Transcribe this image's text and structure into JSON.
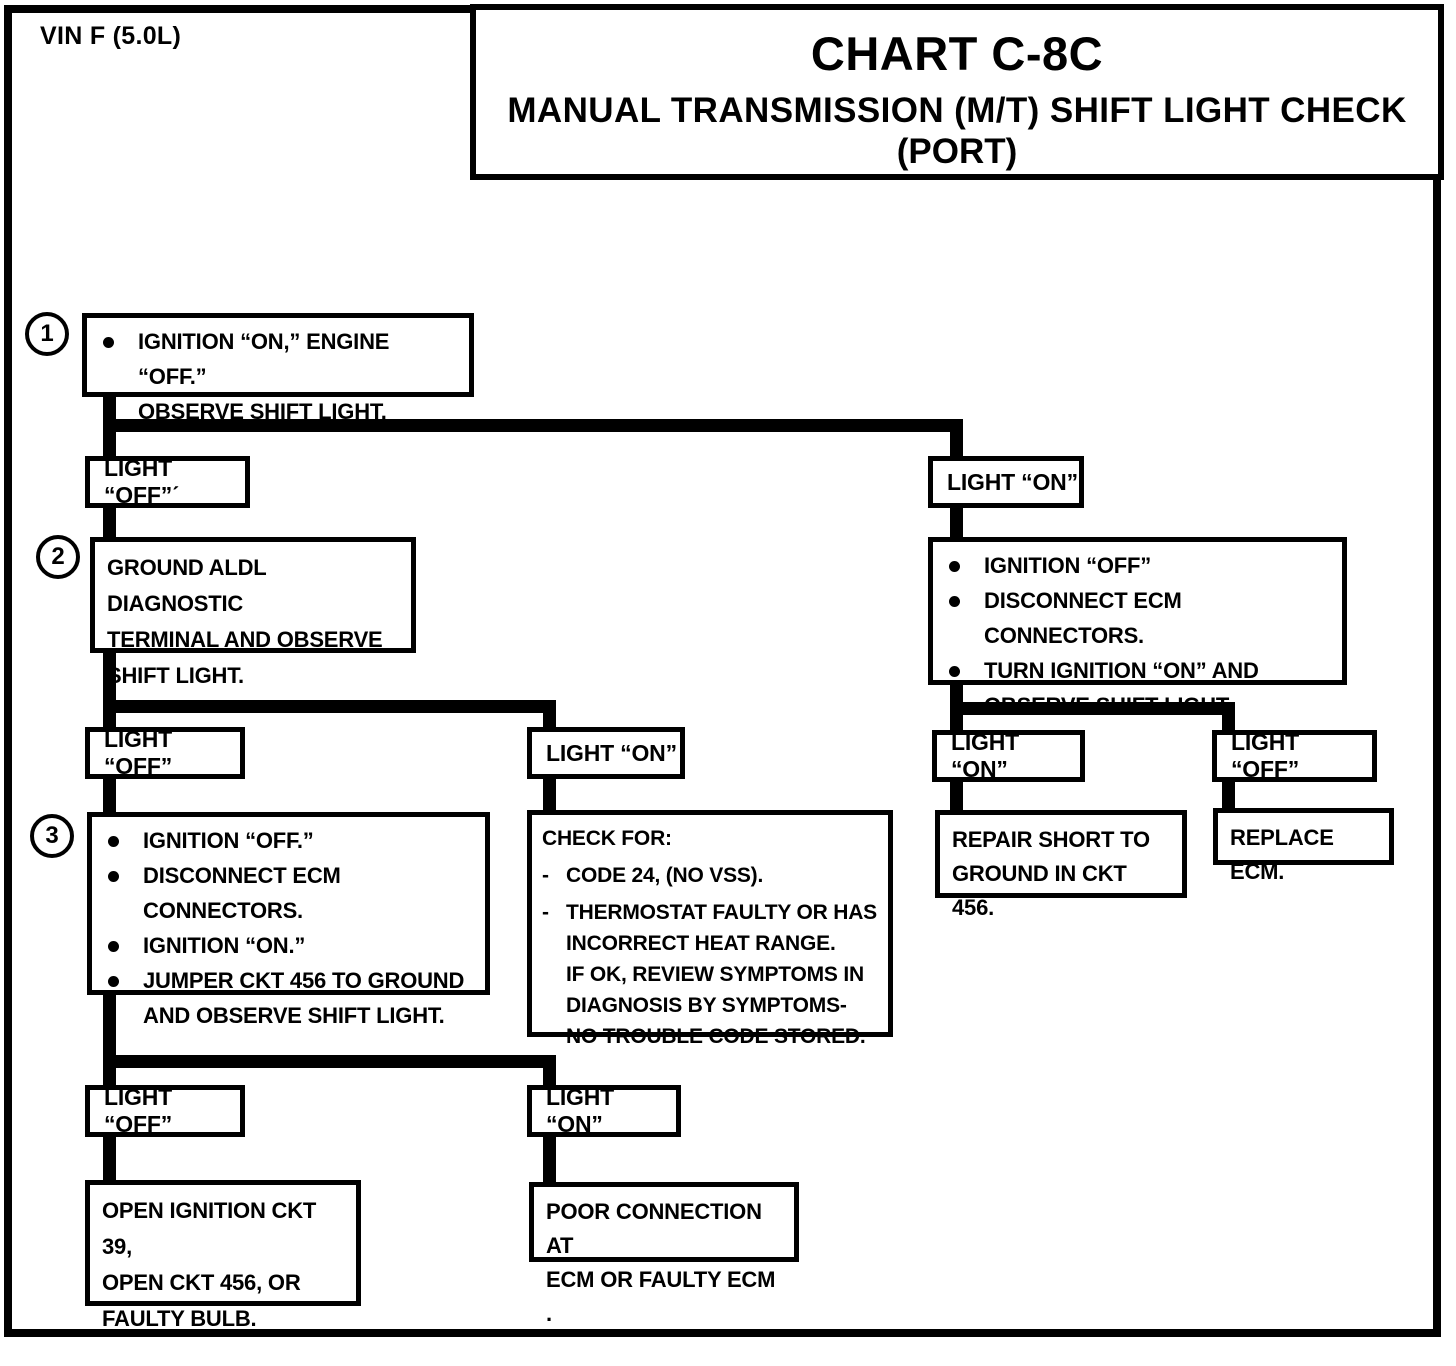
{
  "colors": {
    "ink": "#000000",
    "paper": "#ffffff"
  },
  "page": {
    "vin": "VIN F (5.0L)"
  },
  "title": {
    "line1": "CHART C-8C",
    "line2": "MANUAL TRANSMISSION (M/T) SHIFT LIGHT CHECK",
    "line3": "(PORT)"
  },
  "steps": {
    "step1": {
      "number": "1",
      "bullets": [
        "IGNITION “ON,” ENGINE “OFF.”",
        "OBSERVE SHIFT LIGHT."
      ]
    },
    "step2": {
      "number": "2",
      "lines": [
        "GROUND ALDL DIAGNOSTIC",
        "TERMINAL AND OBSERVE",
        "SHIFT LIGHT."
      ]
    },
    "step3": {
      "number": "3",
      "bullets": [
        "IGNITION “OFF.”",
        "DISCONNECT ECM CONNECTORS.",
        "IGNITION “ON.”",
        "JUMPER CKT 456 TO GROUND\nAND OBSERVE SHIFT LIGHT."
      ]
    }
  },
  "labels": {
    "l1_off": "LIGHT “OFF”ˊ",
    "l1_on": "LIGHT “ON”",
    "l2_off": "LIGHT “OFF”",
    "l2_on": "LIGHT “ON”",
    "l3_off": "LIGHT “OFF”",
    "l3_on": "LIGHT “ON”",
    "r_on": "LIGHT “ON”",
    "r_off": "LIGHT “OFF”"
  },
  "boxes": {
    "ignition_off_right": {
      "bullets": [
        "IGNITION “OFF”",
        "DISCONNECT ECM CONNECTORS.",
        "TURN IGNITION “ON” AND\nOBSERVE SHIFT LIGHT."
      ]
    },
    "check_for": {
      "title": "CHECK FOR:",
      "items": [
        "CODE 24, (NO VSS).",
        "THERMOSTAT FAULTY OR HAS\nINCORRECT HEAT RANGE.\nIF OK, REVIEW SYMPTOMS IN\nDIAGNOSIS BY SYMPTOMS-\nNO TROUBLE CODE STORED."
      ]
    },
    "repair_short": {
      "lines": [
        "REPAIR SHORT TO",
        "GROUND IN CKT 456."
      ]
    },
    "replace_ecm": {
      "lines": [
        "REPLACE ECM."
      ]
    },
    "open_ckt": {
      "lines": [
        "OPEN IGNITION CKT 39,",
        "OPEN CKT 456, OR",
        "FAULTY BULB."
      ]
    },
    "poor_connection": {
      "lines": [
        "POOR CONNECTION AT",
        "ECM OR FAULTY ECM ."
      ]
    }
  }
}
